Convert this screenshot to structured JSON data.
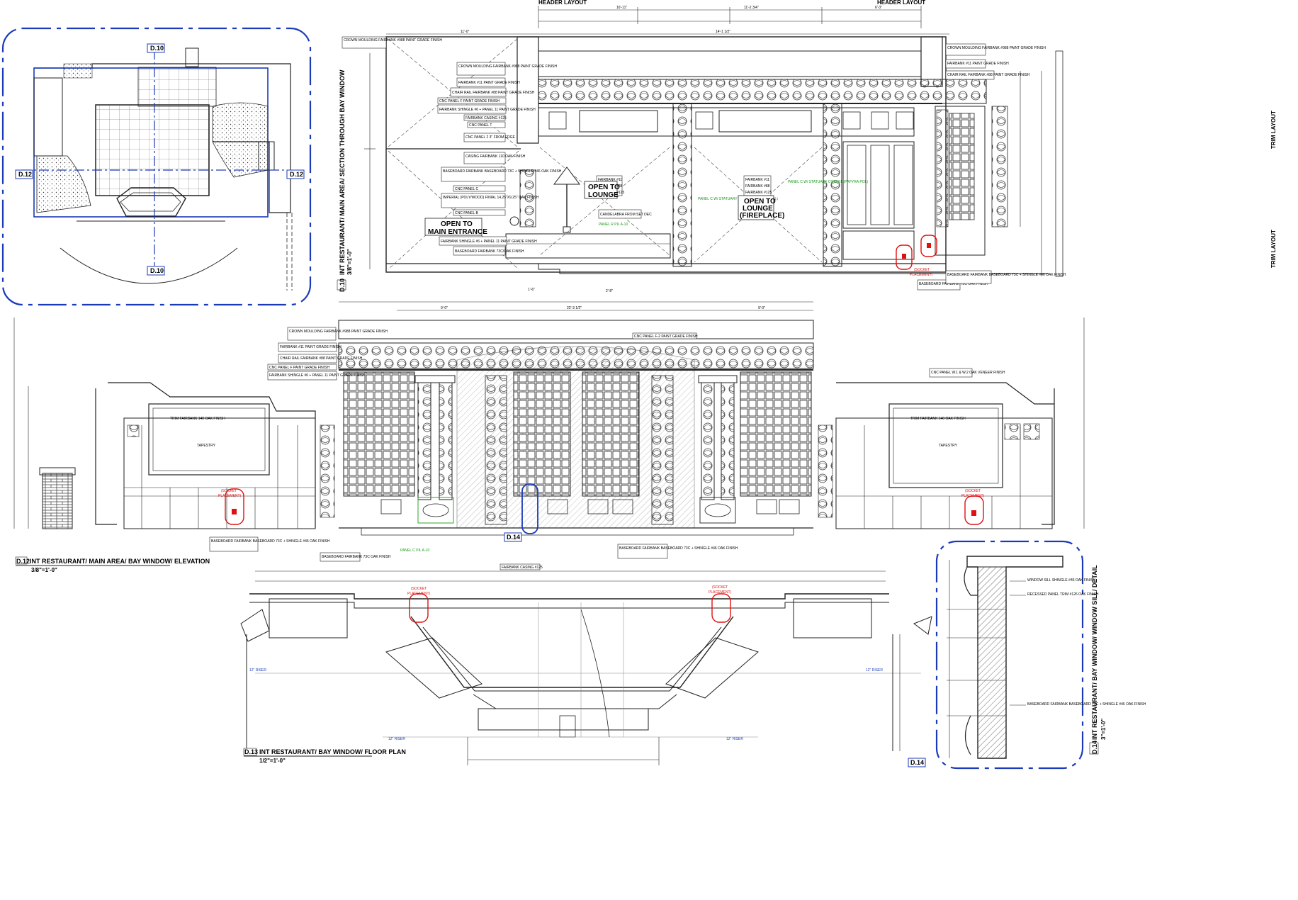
{
  "headers": {
    "left": "HEADER LAYOUT",
    "right": "HEADER LAYOUT"
  },
  "side_labels": {
    "trim_top": "TRIM LAYOUT",
    "trim_bottom": "TRIM LAYOUT"
  },
  "keyplan_tags": {
    "top": "D.10",
    "bottom": "D.10",
    "left": "D.12",
    "right": "D.12"
  },
  "d10": {
    "number": "D.10",
    "title": "INT RESTAURANT/ MAIN AREA/ SECTION THROUGH BAY WINDOW",
    "scale": "3/8\"=1'-0\"",
    "open_main": [
      "OPEN TO",
      "MAIN ENTRANCE"
    ],
    "open_lounge": [
      "OPEN TO",
      "LOUNGE"
    ],
    "open_fireplace": [
      "OPEN TO",
      "LOUNGE",
      "(FIREPLACE)"
    ],
    "socket": [
      "(SOCKET",
      "PLACEMENT)"
    ],
    "notes": [
      "CROWN MOULDING FAIRBANK #988 PAINT GRADE FINISH",
      "FAIRBANK #11 PAINT GRADE FINISH",
      "CHAIR RAIL FAIRBANK #88 PAINT GRADE FINISH",
      "CNC PANEL F PAINT GRADE FINISH",
      "FAIRBANK SHINGLE #6 + PANEL 11 PAINT GRADE FINISH",
      "FAIRBANK CASING #125",
      "CNC PANEL T",
      "CNC PANEL 2 3\" FROM EDGE",
      "CASING FAIRBANK 110 OAK FINISH",
      "BASEBOARD FAIRBANK BASEBOARD 73C + SHINGLE #46 OAK FINISH",
      "CNC PANEL C",
      "IMPERIAL (POLY/WOOD) FINIAL 14.25\"X9.25\" OAK FINISH",
      "CNC PANEL B",
      "FAIRBANK SHINGLE #6 + PANEL 11 PAINT GRADE FINISH",
      "BASEBOARD FAIRBANK 73C/OAK FINISH",
      "CANDELABRA FROM SET DEC",
      "FAIRBANK #11",
      "FAIRBANK #88",
      "FAIRBANK #125",
      "BASEBOARD FAIRBANK 73C OAK FINISH"
    ],
    "right_notes": [
      "CROWN MOULDING FAIRBANK #988 PAINT GRADE FINISH",
      "FAIRBANK #11 PAINT GRADE FINISH",
      "CHAIR RAIL FAIRBANK #88 PAINT GRADE FINISH",
      "BASEBOARD FAIRBANK BASEBOARD 73C + SHINGLE #46 OAK FINISH"
    ],
    "green_notes": [
      "PANEL C W/ STATUARY CORBEL (PAPYRA POL)",
      "PANEL C W/ STATUARY CORBEL (PAPYRA POL)",
      "PANEL R PIL A-10"
    ],
    "dims_top": [
      "16'-11\"",
      "11'-2 3/4\"",
      "14'-1 1/2\"",
      "6'-3\"",
      "11'-0\""
    ],
    "dims_bottom": [
      "1'-6\"",
      "2'-8\""
    ]
  },
  "d12": {
    "number": "D.12",
    "title": "INT RESTAURANT/ MAIN AREA/ BAY WINDOW/ ELEVATION",
    "scale": "3/8\"=1'-0\"",
    "tapestry": "TAPESTRY",
    "socket": [
      "(SOCKET",
      "PLACEMENT)"
    ],
    "trim_note": "TRIM FAIRBANK 140 OAK FINISH",
    "cnc_top": "CNC PANEL F-2 PAINT GRADE FINISH",
    "cnc_right": "CNC PANEL W.1 & W.2 OAK VENEER FINISH",
    "notes": [
      "CROWN MOULDING FAIRBANK #988 PAINT GRADE FINISH",
      "FAIRBANK #11 PAINT GRADE FINISH",
      "CHAIR RAIL FAIRBANK #88 PAINT GRADE FINISH",
      "CNC PANEL F PAINT GRADE FINISH",
      "FAIRBANK SHINGLE #6 + PANEL 11 PAINT GRADE FINISH"
    ],
    "base_left": "BASEBOARD FAIRBANK BASEBOARD 73C + SHINGLE #46 OAK FINISH",
    "base_mid": "BASEBOARD FAIRBANK 73C OAK FINISH",
    "base_right": "BASEBOARD FAIRBANK BASEBOARD 73C + SHINGLE #46 OAK FINISH",
    "casing": "FAIRBANK CASING #125",
    "green": "PANEL C PIL A-10",
    "tag": "D.14",
    "dims": [
      "9'-0\"",
      "22'-3 1/2\"",
      "9'-0\""
    ]
  },
  "d13": {
    "number": "D.13",
    "title": "INT RESTAURANT/ BAY WINDOW/ FLOOR PLAN",
    "scale": "1/2\"=1'-0\"",
    "riser": "12\" RISER",
    "socket": [
      "(SOCKET",
      "PLACEMENT)"
    ]
  },
  "d14": {
    "number": "D.14",
    "title": "INT RESTAURANT/ BAY WINDOW/ WINDOW SILL/ DETAIL",
    "scale": "3\"=1'-0\"",
    "notes": [
      "WINDOW SILL SHINGLE #46 OAK FINISH",
      "RECESSED PANEL TRIM #126 OAK FINISH",
      "BASEBOARD FAIRBANK BASEBOARD 73C + SHINGLE #46 OAK FINISH"
    ]
  },
  "colors": {
    "ink": "#111111",
    "socket": "#e01010",
    "callout": "#1a3ab8",
    "green": "#1a9a1a"
  }
}
